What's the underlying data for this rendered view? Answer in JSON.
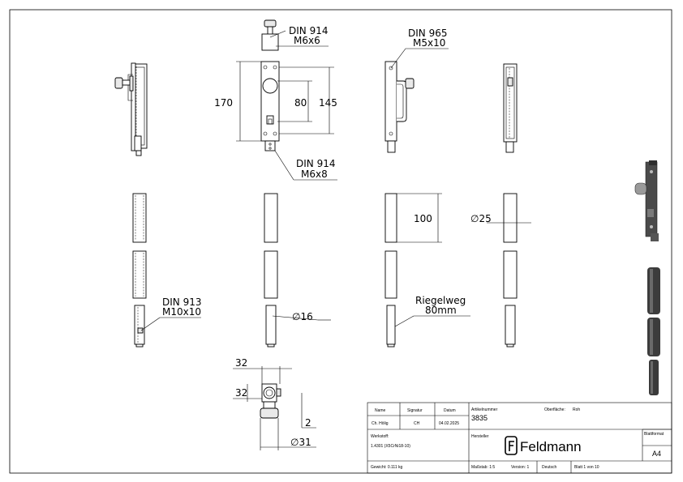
{
  "callouts": {
    "top_screw_std": "DIN 914",
    "top_screw_size": "M6x6",
    "mount_screw_std": "DIN 965",
    "mount_screw_size": "M5x10",
    "bottom_screw_std": "DIN 914",
    "bottom_screw_size": "M6x8",
    "pin_screw_std": "DIN 913",
    "pin_screw_size": "M10x10",
    "travel_label": "Riegelweg",
    "travel_value": "80mm"
  },
  "dimensions": {
    "height_170": "170",
    "spacing_80": "80",
    "height_145": "145",
    "length_100": "100",
    "dia_25": "∅25",
    "dia_16": "∅16",
    "width_32a": "32",
    "width_32b": "32",
    "offset_2": "2",
    "dia_31": "∅31"
  },
  "title_block": {
    "header_name": "Name",
    "header_signature": "Signatur",
    "header_date": "Datum",
    "name": "Ch. Hölig",
    "signature": "CH",
    "date": "04.02.2025",
    "article_label": "Artikelnummer",
    "article_number": "3835",
    "surface_label": "Oberfläche:",
    "surface_value": "Roh",
    "material_label": "Werkstoff:",
    "material_value": "1.4301 (X5CrNi18-10)",
    "manufacturer_label": "Hersteller",
    "brand": "Feldmann",
    "sheet_format_label": "Blattformat",
    "sheet_format": "A4",
    "weight": "Gewicht: 0.111 kg",
    "scale": "Maßstab: 1:5",
    "version": "Version: 1",
    "language": "Deutsch",
    "sheet": "Blatt 1 von 10"
  },
  "colors": {
    "line": "#000000",
    "part_fill": "#ffffff",
    "render_dark": "#3a3a3a",
    "render_mid": "#8a8a8a"
  }
}
